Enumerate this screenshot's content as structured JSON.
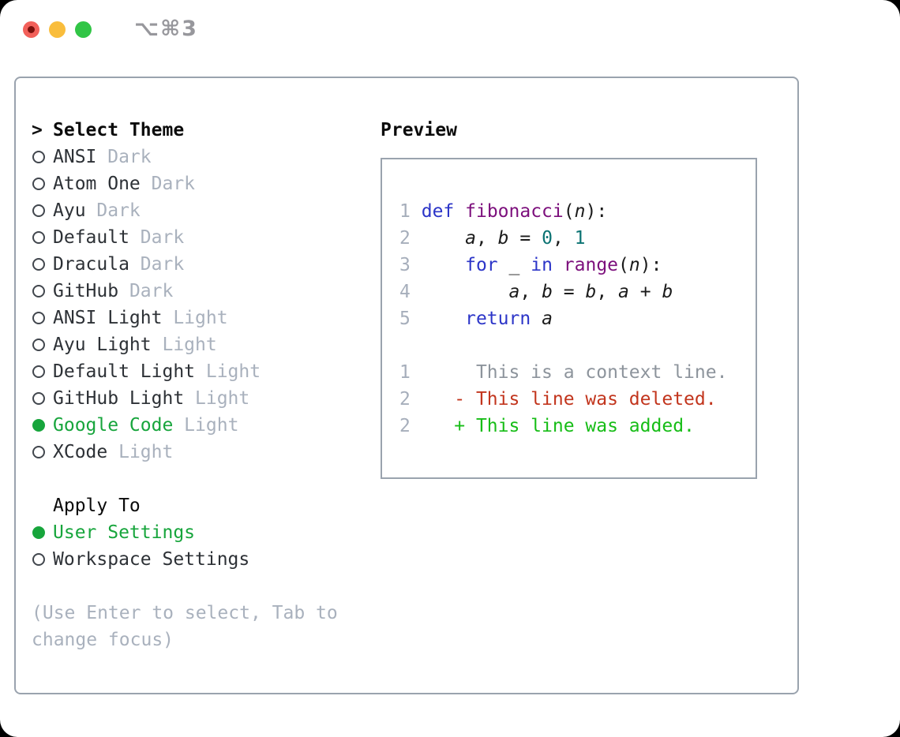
{
  "window": {
    "title": "⌥⌘3",
    "traffic_lights": [
      "close",
      "minimize",
      "zoom"
    ]
  },
  "theme_panel": {
    "header": {
      "cursor": ">",
      "label": "Select Theme"
    },
    "themes": [
      {
        "name": "ANSI",
        "tag": "Dark",
        "selected": false
      },
      {
        "name": "Atom One",
        "tag": "Dark",
        "selected": false
      },
      {
        "name": "Ayu",
        "tag": "Dark",
        "selected": false
      },
      {
        "name": "Default",
        "tag": "Dark",
        "selected": false
      },
      {
        "name": "Dracula",
        "tag": "Dark",
        "selected": false
      },
      {
        "name": "GitHub",
        "tag": "Dark",
        "selected": false
      },
      {
        "name": "ANSI Light",
        "tag": "Light",
        "selected": false
      },
      {
        "name": "Ayu Light",
        "tag": "Light",
        "selected": false
      },
      {
        "name": "Default Light",
        "tag": "Light",
        "selected": false
      },
      {
        "name": "GitHub Light",
        "tag": "Light",
        "selected": false
      },
      {
        "name": "Google Code",
        "tag": "Light",
        "selected": true
      },
      {
        "name": "XCode",
        "tag": "Light",
        "selected": false
      }
    ],
    "apply_to": {
      "label": "Apply To",
      "options": [
        {
          "name": "User Settings",
          "selected": true
        },
        {
          "name": "Workspace Settings",
          "selected": false
        }
      ]
    },
    "hint_line1": "(Use Enter to select, Tab to",
    "hint_line2": "change focus)"
  },
  "preview": {
    "label": "Preview",
    "code_lines": [
      {
        "num": "1",
        "tokens": [
          {
            "t": "def",
            "c": "kw"
          },
          {
            "t": " ",
            "c": "pl"
          },
          {
            "t": "fibonacci",
            "c": "fn"
          },
          {
            "t": "(",
            "c": "pl"
          },
          {
            "t": "n",
            "c": "var"
          },
          {
            "t": "):",
            "c": "pl"
          }
        ]
      },
      {
        "num": "2",
        "tokens": [
          {
            "t": "    ",
            "c": "pl"
          },
          {
            "t": "a",
            "c": "var"
          },
          {
            "t": ", ",
            "c": "pl"
          },
          {
            "t": "b",
            "c": "var"
          },
          {
            "t": " = ",
            "c": "pl"
          },
          {
            "t": "0",
            "c": "num"
          },
          {
            "t": ", ",
            "c": "pl"
          },
          {
            "t": "1",
            "c": "num"
          }
        ]
      },
      {
        "num": "3",
        "tokens": [
          {
            "t": "    ",
            "c": "pl"
          },
          {
            "t": "for",
            "c": "kw"
          },
          {
            "t": " ",
            "c": "pl"
          },
          {
            "t": "_",
            "c": "var"
          },
          {
            "t": " ",
            "c": "pl"
          },
          {
            "t": "in",
            "c": "kw"
          },
          {
            "t": " ",
            "c": "pl"
          },
          {
            "t": "range",
            "c": "fn"
          },
          {
            "t": "(",
            "c": "pl"
          },
          {
            "t": "n",
            "c": "var"
          },
          {
            "t": "):",
            "c": "pl"
          }
        ]
      },
      {
        "num": "4",
        "tokens": [
          {
            "t": "        ",
            "c": "pl"
          },
          {
            "t": "a",
            "c": "var"
          },
          {
            "t": ", ",
            "c": "pl"
          },
          {
            "t": "b",
            "c": "var"
          },
          {
            "t": " = ",
            "c": "pl"
          },
          {
            "t": "b",
            "c": "var"
          },
          {
            "t": ", ",
            "c": "pl"
          },
          {
            "t": "a",
            "c": "var"
          },
          {
            "t": " + ",
            "c": "pl"
          },
          {
            "t": "b",
            "c": "var"
          }
        ]
      },
      {
        "num": "5",
        "tokens": [
          {
            "t": "    ",
            "c": "pl"
          },
          {
            "t": "return",
            "c": "kw"
          },
          {
            "t": " ",
            "c": "pl"
          },
          {
            "t": "a",
            "c": "var"
          }
        ]
      }
    ],
    "diff_lines": [
      {
        "num": "1",
        "marker": "",
        "text": "This is a context line.",
        "type": "context"
      },
      {
        "num": "2",
        "marker": "-",
        "text": "This line was deleted.",
        "type": "deleted"
      },
      {
        "num": "2",
        "marker": "+",
        "text": "This line was added.",
        "type": "added"
      }
    ]
  },
  "colors": {
    "panel_border": "#9aa3ae",
    "selected_green": "#17a53c",
    "tag_gray": "#a9b1bd",
    "line_number_gray": "#a6aebb",
    "keyword_blue": "#2c35c8",
    "function_purple": "#7c0f7c",
    "literal_teal": "#0c7373",
    "diff_context_gray": "#8d949c",
    "diff_deleted_red": "#c2351d",
    "diff_added_green": "#17bd17",
    "traffic_red": "#f2605a",
    "traffic_yellow": "#f9bd3c",
    "traffic_green": "#31c546",
    "title_gray": "#97979c"
  }
}
